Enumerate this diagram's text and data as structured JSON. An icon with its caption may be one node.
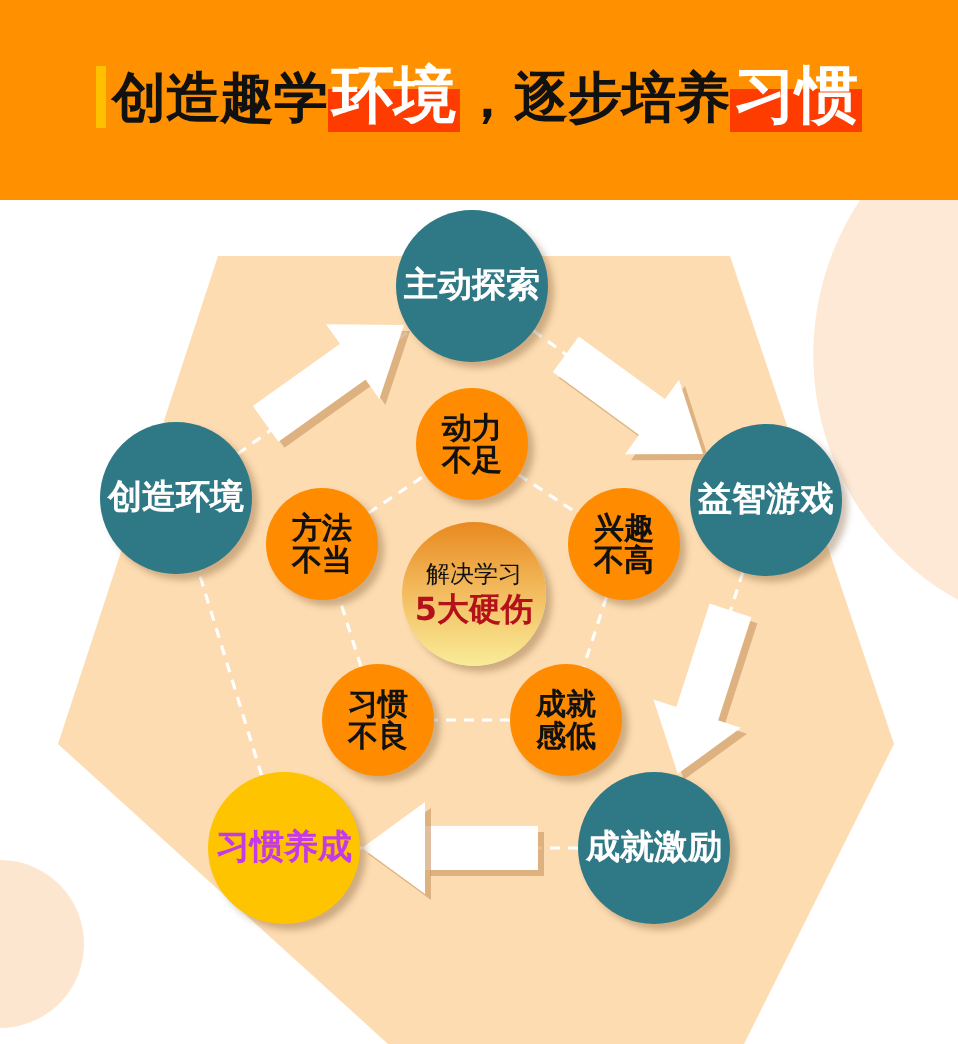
{
  "diagram": {
    "title": "创造趣学**环境**，逐步培养**习惯**",
    "nodes": [
      {
        "text": [
          "主动探索"
        ]
      },
      {
        "text": [
          "动力不足"
        ]
      },
      {
        "text": [
          "创造环境"
        ]
      },
      {
        "text": [
          "益智游戏"
        ]
      },
      {
        "text": [
          "方法不当"
        ]
      },
      {
        "text": [
          "兴趣不高"
        ]
      },
      {
        "text": [
          "解决学习",
          "5大硬伤"
        ]
      },
      {
        "text": [
          "习惯不良"
        ]
      },
      {
        "text": [
          "成就感低"
        ]
      },
      {
        "text": [
          "习惯养成"
        ]
      },
      {
        "text": [
          "成就激励"
        ]
      }
    ],
    "edges": [
      {
        "from": 2,
        "to": 0,
        "arrow": "to",
        "style": "dashed"
      },
      {
        "from": 0,
        "to": 3,
        "arrow": "to",
        "style": "dashed"
      },
      {
        "from": 3,
        "to": 10,
        "arrow": "to",
        "style": "dashed"
      },
      {
        "from": 10,
        "to": 9,
        "arrow": "to",
        "style": "dashed"
      },
      {
        "from": 9,
        "to": 2,
        "arrow": "none",
        "style": "dashed"
      },
      {
        "from": 1,
        "to": 5,
        "arrow": "none",
        "style": "dashed"
      },
      {
        "from": 5,
        "to": 8,
        "arrow": "none",
        "style": "dashed"
      },
      {
        "from": 8,
        "to": 7,
        "arrow": "none",
        "style": "dashed"
      },
      {
        "from": 7,
        "to": 4,
        "arrow": "none",
        "style": "dashed"
      },
      {
        "from": 4,
        "to": 1,
        "arrow": "none",
        "style": "dashed"
      }
    ]
  }
}
